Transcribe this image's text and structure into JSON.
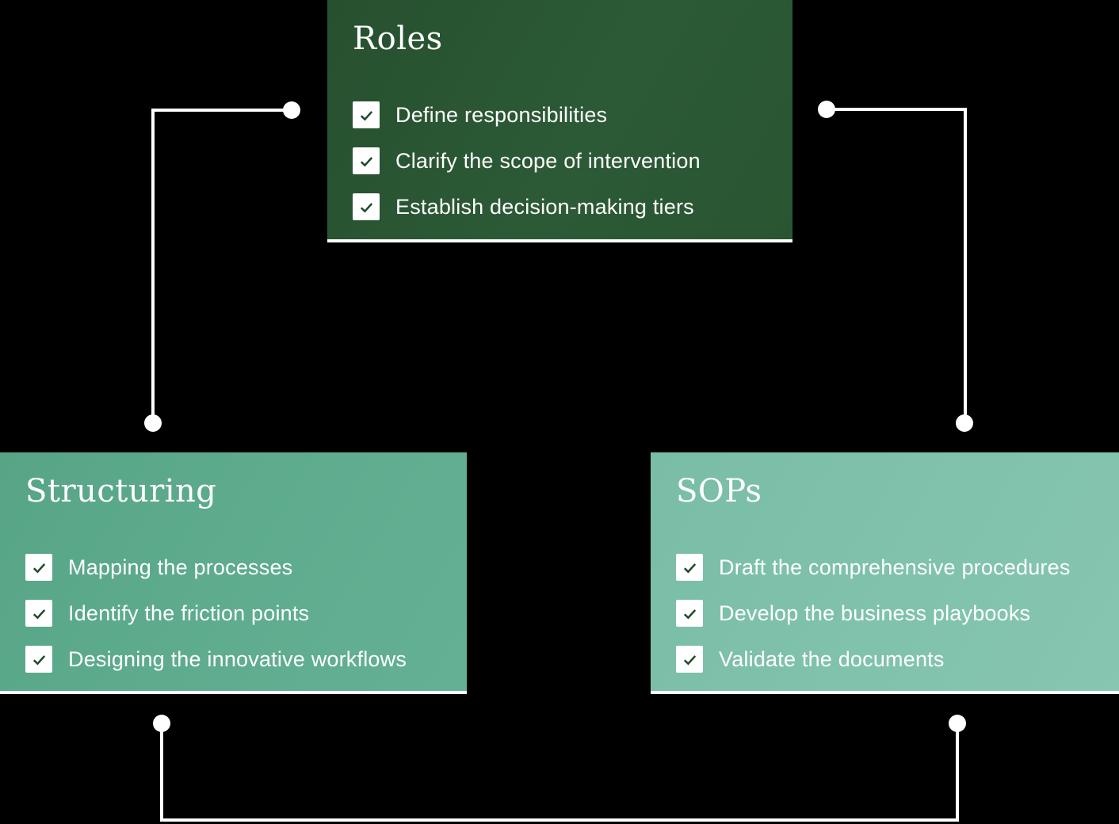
{
  "diagram": {
    "background_color": "#000000",
    "connector_color": "#ffffff",
    "text_color": "#ffffff",
    "cards": {
      "roles": {
        "title": "Roles",
        "color": "#2a5533",
        "items": [
          "Define responsibilities",
          "Clarify the scope of intervention",
          "Establish decision-making tiers"
        ]
      },
      "structuring": {
        "title": "Structuring",
        "color": "#5caa8c",
        "items": [
          "Mapping the processes",
          "Identify the friction points",
          "Designing the innovative workflows"
        ]
      },
      "sops": {
        "title": "SOPs",
        "color": "#7fc1ac",
        "items": [
          "Draft the comprehensive procedures",
          "Develop the business playbooks",
          "Validate the documents"
        ]
      }
    },
    "checkbox": {
      "state": "checked",
      "box_color": "#ffffff",
      "check_color": "#1c4a2a"
    }
  }
}
